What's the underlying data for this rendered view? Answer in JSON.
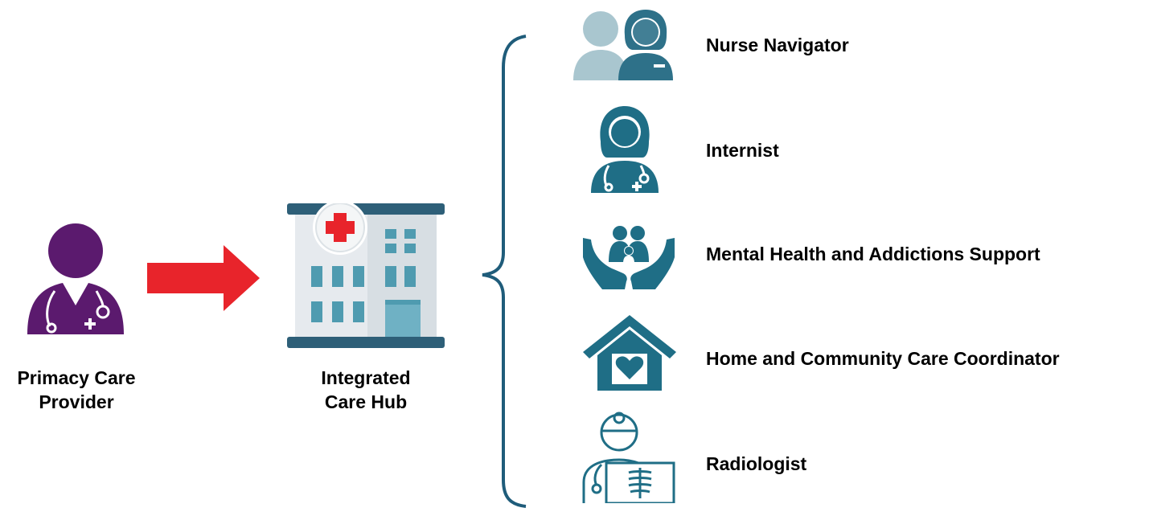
{
  "colors": {
    "provider": "#5B1A6E",
    "arrow": "#E8242B",
    "teal": "#1F6E86",
    "teal_light": "#A9C6CF",
    "building_body": "#E6EAEE",
    "building_window": "#4F9BB0",
    "cross": "#E8242B",
    "text": "#000000"
  },
  "provider": {
    "icon": "doctor-icon",
    "label_line1": "Primacy Care",
    "label_line2": "Provider"
  },
  "hub": {
    "icon": "hospital-icon",
    "label_line1": "Integrated",
    "label_line2": "Care Hub"
  },
  "services": [
    {
      "icon": "nurse-patient-icon",
      "label": "Nurse Navigator"
    },
    {
      "icon": "female-doctor-icon",
      "label": "Internist"
    },
    {
      "icon": "family-hands-icon",
      "label": "Mental Health and Addictions Support"
    },
    {
      "icon": "home-heart-icon",
      "label": "Home and Community Care Coordinator"
    },
    {
      "icon": "radiologist-xray-icon",
      "label": "Radiologist"
    }
  ]
}
